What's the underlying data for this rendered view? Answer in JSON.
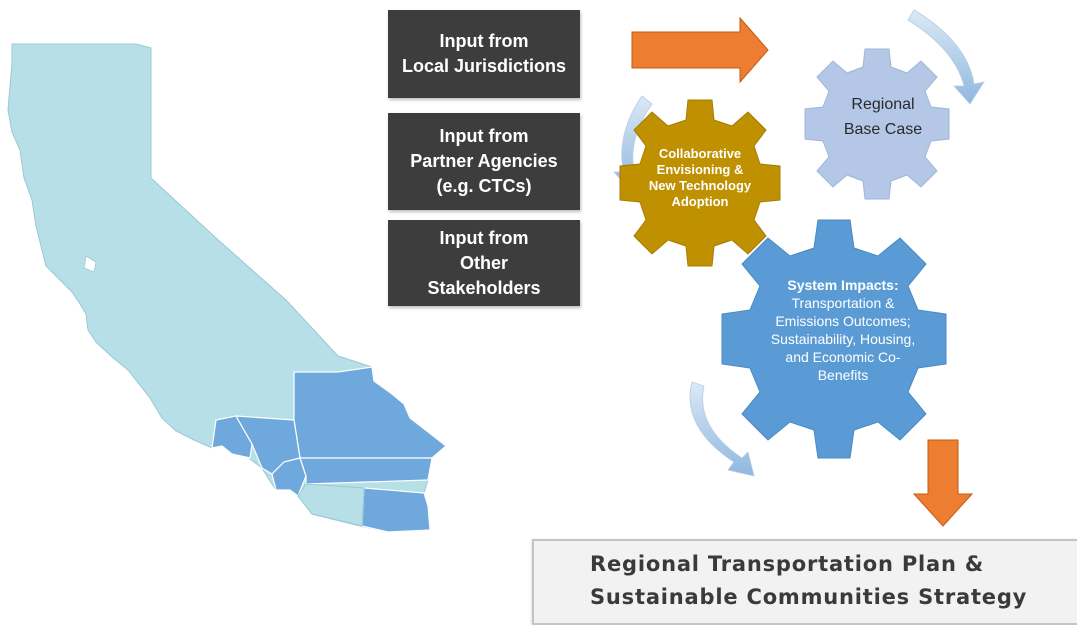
{
  "inputs": [
    {
      "lines": [
        "Input from",
        "Local Jurisdictions"
      ]
    },
    {
      "lines": [
        "Input from",
        "Partner Agencies",
        "(e.g. CTCs)"
      ]
    },
    {
      "lines": [
        "Input from",
        "Other",
        "Stakeholders"
      ]
    }
  ],
  "gears": {
    "regional_base_case": {
      "lines": [
        "Regional",
        "Base Case"
      ]
    },
    "collaborative": {
      "lines": [
        "Collaborative",
        "Envisioning &",
        "New Technology",
        "Adoption"
      ]
    },
    "system_impacts": {
      "heading": "System Impacts:",
      "lines": [
        "Transportation &",
        "Emissions Outcomes;",
        "Sustainability, Housing,",
        "and Economic Co-",
        "Benefits"
      ]
    }
  },
  "output": {
    "lines": [
      "Regional Transportation Plan &",
      "Sustainable Communities Strategy"
    ]
  },
  "colors": {
    "input_box": "#3d3d3d",
    "orange_arrow": "#ed7d31",
    "gear_regional": "#b4c7e7",
    "gear_collaborative": "#bf9000",
    "gear_impacts": "#5b9bd5",
    "map_base": "#b7dfe8",
    "map_highlight": "#6fa8dc",
    "cycle_arrow": "#9dc3e6"
  },
  "icons": [
    "california-map",
    "right-arrow-icon",
    "down-arrow-icon",
    "cycle-arrow-icon"
  ]
}
